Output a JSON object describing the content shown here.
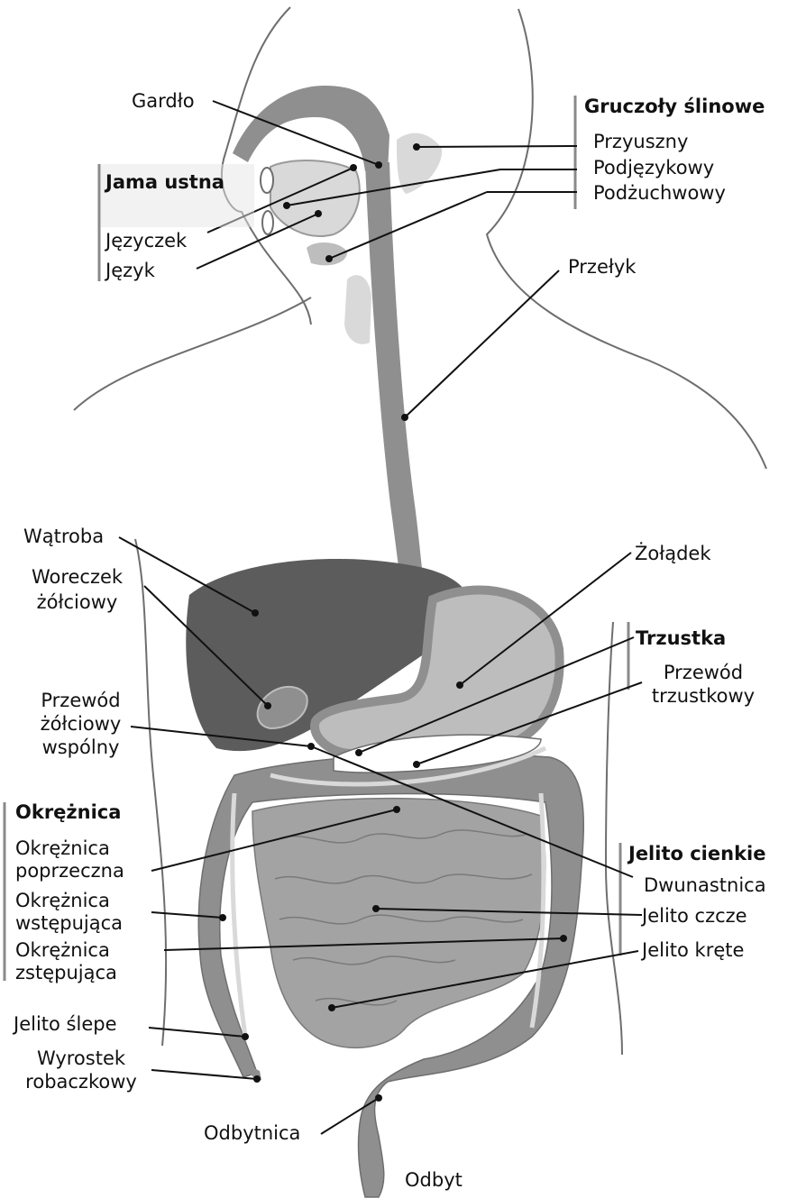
{
  "labels": {
    "gardlo": "Gardło",
    "jama_ustna": "Jama ustna",
    "jezyczek": "Języczek",
    "jezyk": "Język",
    "gruczoly_slinowe": "Gruczoły ślinowe",
    "przyuszny": "Przyuszny",
    "podjezykowy": "Podjęzykowy",
    "podzuchwowy": "Podżuchwowy",
    "przelyk": "Przełyk",
    "watroba": "Wątroba",
    "woreczek_1": "Woreczek",
    "woreczek_2": "żółciowy",
    "zoladek": "Żołądek",
    "trzustka": "Trzustka",
    "przewod_trzustkowy_1": "Przewód",
    "przewod_trzustkowy_2": "trzustkowy",
    "przewod_zolciowy_1": "Przewód",
    "przewod_zolciowy_2": "żółciowy",
    "przewod_zolciowy_3": "wspólny",
    "okreznica": "Okrężnica",
    "okreznica_poprzeczna_1": "Okrężnica",
    "okreznica_poprzeczna_2": "poprzeczna",
    "okreznica_wstepujaca_1": "Okrężnica",
    "okreznica_wstepujaca_2": "wstępująca",
    "okreznica_zstepujaca_1": "Okrężnica",
    "okreznica_zstepujaca_2": "zstępująca",
    "jelito_cienkie": "Jelito cienkie",
    "dwunastnica": "Dwunastnica",
    "jelito_czcze": "Jelito czcze",
    "jelito_krete": "Jelito kręte",
    "jelito_slepe": "Jelito ślepe",
    "wyrostek_1": "Wyrostek",
    "wyrostek_2": "robaczkowy",
    "odbytnica": "Odbytnica",
    "odbyt": "Odbyt"
  },
  "colors": {
    "outline": "#6e6e6e",
    "liver": "#5c5c5c",
    "organ_mid": "#8f8f8f",
    "organ_light": "#bdbdbd",
    "organ_pale": "#d9d9d9",
    "leader": "#111111",
    "group_bar": "#8a8a8a"
  }
}
